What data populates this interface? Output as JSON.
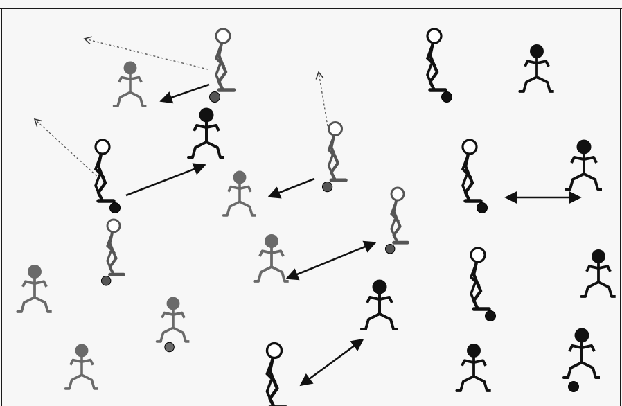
{
  "diagram": {
    "background": "#f7f7f7",
    "frame_color": "#1a1a1a",
    "colors": {
      "black": "#111111",
      "gray": "#6a6a6a",
      "outline": "#555555"
    },
    "figures": [
      {
        "id": "p1",
        "role": "kicker",
        "color": "outline"
      },
      {
        "id": "p2",
        "role": "receiver",
        "color": "gray"
      },
      {
        "id": "p3",
        "role": "kicker",
        "color": "black"
      },
      {
        "id": "p4",
        "role": "receiver",
        "color": "black"
      },
      {
        "id": "p5",
        "role": "kicker",
        "color": "black"
      },
      {
        "id": "p6",
        "role": "kicker",
        "color": "black"
      },
      {
        "id": "p7",
        "role": "receiver",
        "color": "black"
      },
      {
        "id": "p8",
        "role": "kicker",
        "color": "outline"
      },
      {
        "id": "p9",
        "role": "receiver",
        "color": "gray"
      },
      {
        "id": "p10",
        "role": "kicker",
        "color": "outline"
      },
      {
        "id": "p11",
        "role": "receiver",
        "color": "gray"
      },
      {
        "id": "p12",
        "role": "kicker",
        "color": "outline"
      },
      {
        "id": "p13",
        "role": "receiver",
        "color": "gray"
      },
      {
        "id": "p14",
        "role": "receiver",
        "color": "gray"
      },
      {
        "id": "p15",
        "role": "kicker",
        "color": "black"
      },
      {
        "id": "p16",
        "role": "receiver",
        "color": "black"
      },
      {
        "id": "p17",
        "role": "receiver",
        "color": "gray"
      },
      {
        "id": "p18",
        "role": "receiver",
        "color": "black"
      },
      {
        "id": "p19",
        "role": "kicker",
        "color": "black"
      },
      {
        "id": "p20",
        "role": "receiver",
        "color": "gray"
      },
      {
        "id": "p21",
        "role": "receiver",
        "color": "black"
      },
      {
        "id": "p22",
        "role": "receiver",
        "color": "black"
      },
      {
        "id": "p23",
        "role": "kicker",
        "color": "black"
      },
      {
        "id": "p24",
        "role": "receiver",
        "color": "gray"
      }
    ],
    "arrows": [
      {
        "id": "a1",
        "style": "dashed",
        "head": "end"
      },
      {
        "id": "a2",
        "style": "solid",
        "head": "end"
      },
      {
        "id": "a3",
        "style": "dashed",
        "head": "end"
      },
      {
        "id": "a4",
        "style": "solid",
        "head": "end"
      },
      {
        "id": "a5",
        "style": "dashed",
        "head": "end"
      },
      {
        "id": "a6",
        "style": "solid",
        "head": "end"
      },
      {
        "id": "a7",
        "style": "solid",
        "head": "both"
      },
      {
        "id": "a8",
        "style": "solid",
        "head": "both"
      },
      {
        "id": "a9",
        "style": "solid",
        "head": "both"
      }
    ]
  }
}
